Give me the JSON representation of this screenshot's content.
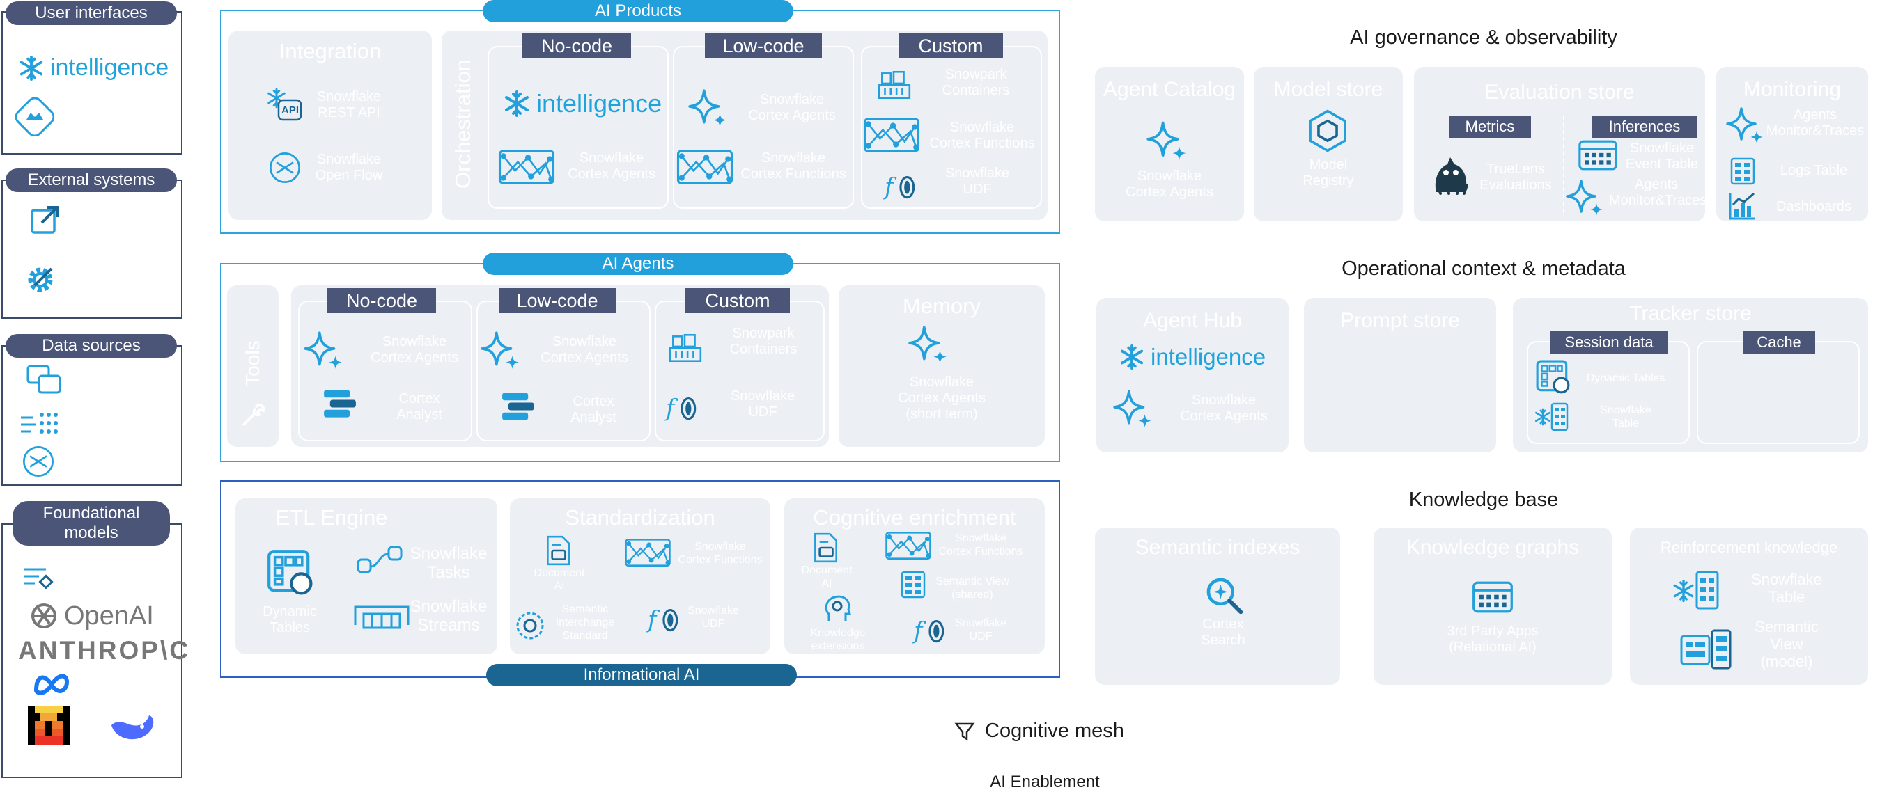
{
  "left_panels": {
    "user_interfaces": {
      "title": "User interfaces",
      "intelligence": "intelligence"
    },
    "external_systems": {
      "title": "External systems"
    },
    "data_sources": {
      "title": "Data sources"
    },
    "foundational_models": {
      "title_line1": "Foundational",
      "title_line2": "models",
      "openai": "OpenAI",
      "anthropic": "ANTHROP\\C"
    }
  },
  "ai_products": {
    "pill": "AI Products",
    "integration": {
      "title": "Integration",
      "item1_line1": "Snowflake",
      "item1_line2": "REST API",
      "item2_line1": "Snowflake",
      "item2_line2": "Open Flow",
      "api_badge": "API"
    },
    "orchestration": {
      "title": "Orchestration",
      "nocode": {
        "tag": "No-code",
        "intelligence": "intelligence",
        "item_line1": "Snowflake",
        "item_line2": "Cortex Agents"
      },
      "lowcode": {
        "tag": "Low-code",
        "item1_line1": "Snowflake",
        "item1_line2": "Cortex Agents",
        "item2_line1": "Snowflake",
        "item2_line2": "Cortex Functions"
      },
      "custom": {
        "tag": "Custom",
        "item1_line1": "Snowpark",
        "item1_line2": "Containers",
        "item2_line1": "Snowflake",
        "item2_line2": "Cortex Functions",
        "item3_line1": "Snowflake",
        "item3_line2": "UDF"
      }
    }
  },
  "ai_agents": {
    "pill": "AI Agents",
    "tools": "Tools",
    "nocode": {
      "tag": "No-code",
      "item1_line1": "Snowflake",
      "item1_line2": "Cortex Agents",
      "item2_line1": "Cortex",
      "item2_line2": "Analyst"
    },
    "lowcode": {
      "tag": "Low-code",
      "item1_line1": "Snowflake",
      "item1_line2": "Cortex Agents",
      "item2_line1": "Cortex",
      "item2_line2": "Analyst"
    },
    "custom": {
      "tag": "Custom",
      "item1_line1": "Snowpark",
      "item1_line2": "Containers",
      "item2_line1": "Snowflake",
      "item2_line2": "UDF"
    },
    "memory": {
      "title": "Memory",
      "line1": "Snowflake",
      "line2": "Cortex Agents",
      "line3": "(short term)"
    }
  },
  "informational_ai": {
    "pill": "Informational AI",
    "etl": {
      "title": "ETL Engine",
      "dt_line1": "Dynamic",
      "dt_line2": "Tables",
      "tasks_line1": "Snowflake",
      "tasks_line2": "Tasks",
      "streams_line1": "Snowflake",
      "streams_line2": "Streams"
    },
    "standardization": {
      "title": "Standardization",
      "doc_line1": "Document",
      "doc_line2": "AI",
      "cf_line1": "Snowflake",
      "cf_line2": "Cortex Functions",
      "sem_line1": "Semantic",
      "sem_line2": "Interchange",
      "sem_line3": "Standard",
      "udf_line1": "Snowflake",
      "udf_line2": "UDF"
    },
    "cognitive": {
      "title": "Cognitive enrichment",
      "doc_line1": "Document",
      "doc_line2": "AI",
      "cf_line1": "Snowflake",
      "cf_line2": "Cortex Functions",
      "sv_line1": "Semantic View",
      "sv_line2": "(shared)",
      "ke_line1": "Knowledge",
      "ke_line2": "extensions",
      "udf_line1": "Snowflake",
      "udf_line2": "UDF"
    }
  },
  "cognitive_mesh": "Cognitive mesh",
  "ai_enablement": "AI Enablement",
  "governance": {
    "heading": "AI governance & observability",
    "agent_catalog": {
      "title": "Agent Catalog",
      "line1": "Snowflake",
      "line2": "Cortex Agents"
    },
    "model_store": {
      "title": "Model store",
      "line1": "Model",
      "line2": "Registry"
    },
    "evaluation_store": {
      "title": "Evaluation store",
      "metrics": "Metrics",
      "inferences": "Inferences",
      "trulens_line1": "TrueLens",
      "trulens_line2": "Evaluations",
      "evt_line1": "Snowflake",
      "evt_line2": "Event Table",
      "ag_line1": "Agents",
      "ag_line2": "Monitor&Traces"
    },
    "monitoring": {
      "title": "Monitoring",
      "agents_line1": "Agents",
      "agents_line2": "Monitor&Traces",
      "logs": "Logs Table",
      "dash": "Dashboards"
    }
  },
  "operational": {
    "heading": "Operational context & metadata",
    "agent_hub": {
      "title": "Agent Hub",
      "intelligence": "intelligence",
      "line1": "Snowflake",
      "line2": "Cortex Agents"
    },
    "prompt_store": {
      "title": "Prompt store"
    },
    "tracker_store": {
      "title": "Tracker store",
      "session": "Session data",
      "cache": "Cache",
      "dt": "Dynamic Tables",
      "st_line1": "Snowflake",
      "st_line2": "Table"
    }
  },
  "knowledge": {
    "heading": "Knowledge base",
    "semantic": {
      "title": "Semantic indexes",
      "line1": "Cortex",
      "line2": "Search"
    },
    "graphs": {
      "title": "Knowledge graphs",
      "line1": "3rd Party Apps",
      "line2": "(Relational AI)"
    },
    "reinforcement": {
      "title": "Reinforcement knowledge",
      "t_line1": "Snowflake",
      "t_line2": "Table",
      "v_line1": "Semantic",
      "v_line2": "View",
      "v_line3": "(model)"
    }
  },
  "colors": {
    "accent": "#22a0dc",
    "dark_pill": "#1a6591",
    "tag": "#4a5578",
    "card": "#ecf0f4",
    "frame": "#2fa4d8"
  }
}
